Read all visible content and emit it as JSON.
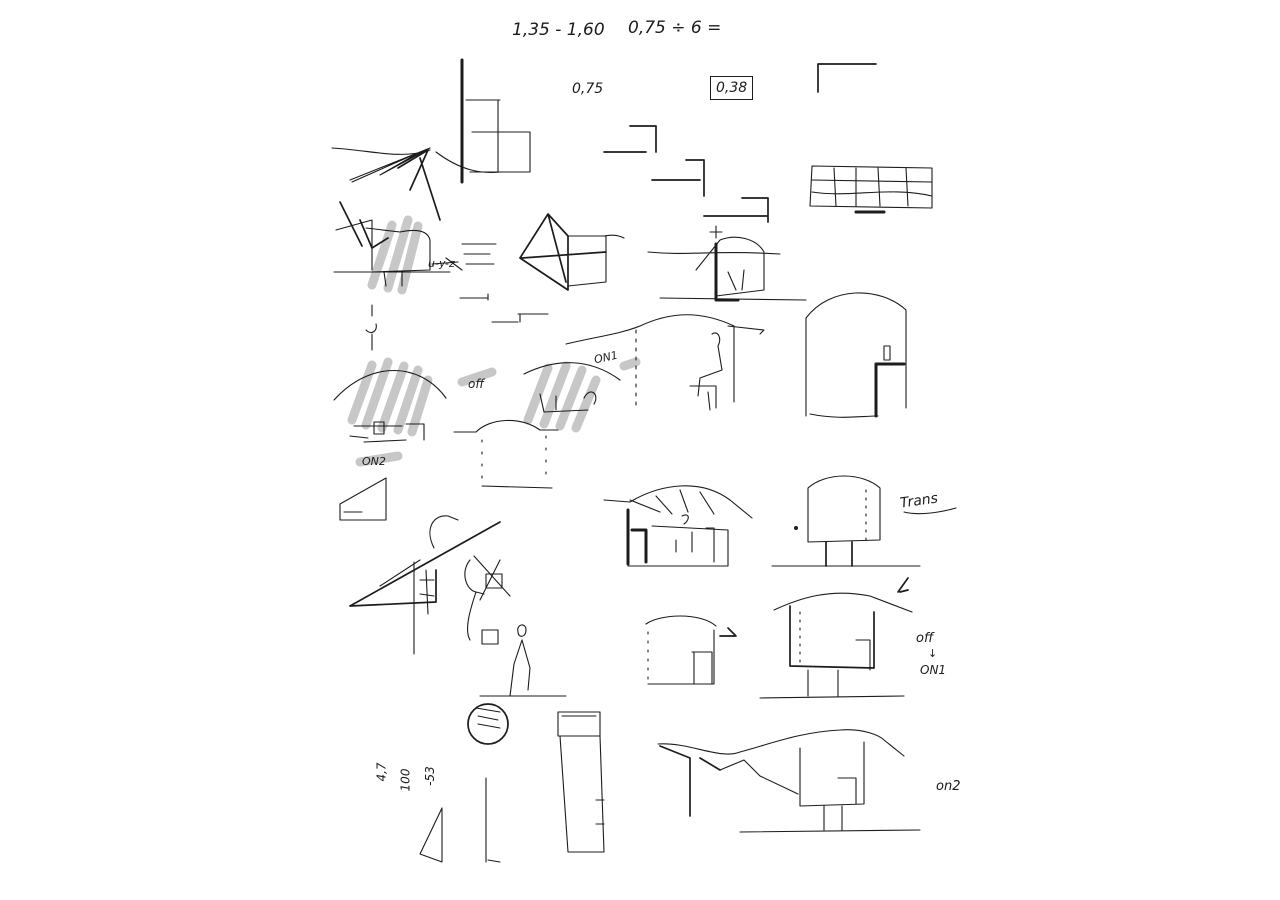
{
  "sheet": {
    "ink_color": "#1c1c1c",
    "marker_color": "#9b9b9b",
    "paper_color": "#ffffff"
  },
  "notes": {
    "calc_line": "1,35 - 1,60",
    "calc_division": "0,75 ÷ 6 =",
    "value_075": "0,75",
    "value_038": "0,38",
    "trans": "Trans",
    "off_label_1": "off",
    "on1_label_1": "ON1",
    "on2_label_1": "ON2",
    "off_label_2": "off",
    "arrow_small": "↓",
    "on1_label_2": "ON1",
    "on2_label_2": "on2",
    "dim_a": "4,7",
    "dim_b": "100",
    "dim_c": "-53",
    "scribble": "u-y-z"
  }
}
